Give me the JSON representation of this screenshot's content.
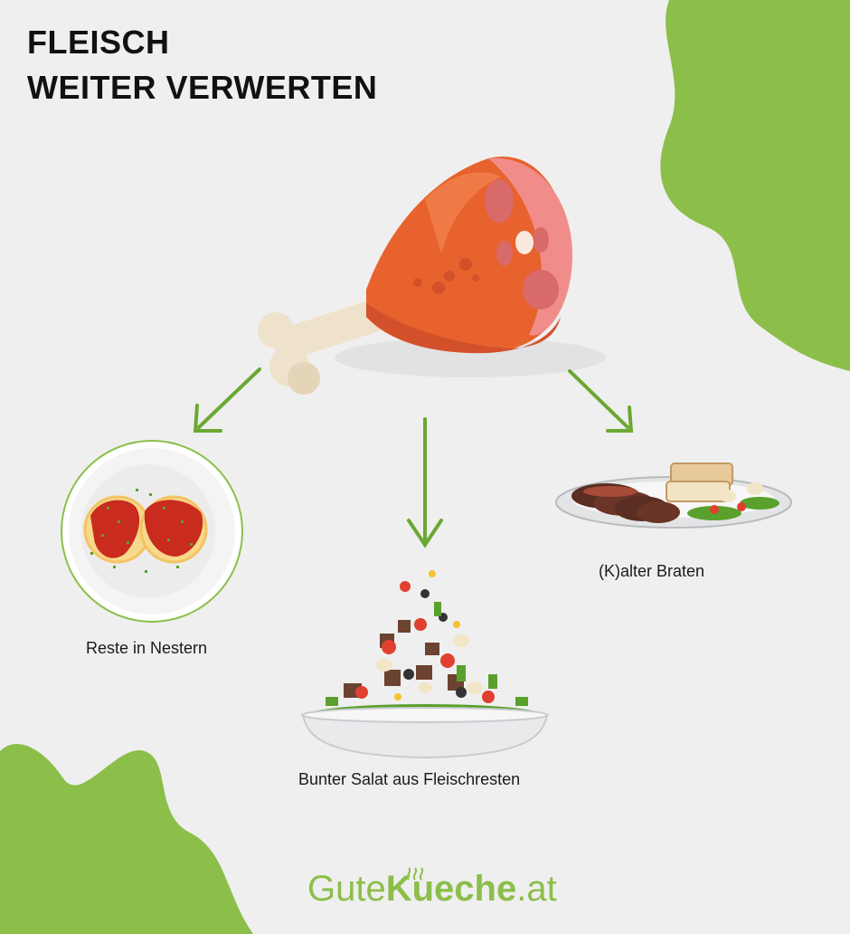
{
  "title": {
    "line1": "FLEISCH",
    "line2": "WEITER VERWERTEN"
  },
  "items": [
    {
      "label": "Reste in Nestern",
      "icon": "spaghetti-plate-icon"
    },
    {
      "label": "Bunter Salat aus Fleischresten",
      "icon": "salad-bowl-icon"
    },
    {
      "label": "(K)alter Braten",
      "icon": "roast-plate-icon"
    }
  ],
  "brand": {
    "part1": "Gute",
    "part2": "Kueche",
    "part3": ".at"
  },
  "colors": {
    "accent_green": "#8cbe4a",
    "background": "#efefef",
    "ham": "#e8622e",
    "meat_pink": "#f08d8a"
  }
}
